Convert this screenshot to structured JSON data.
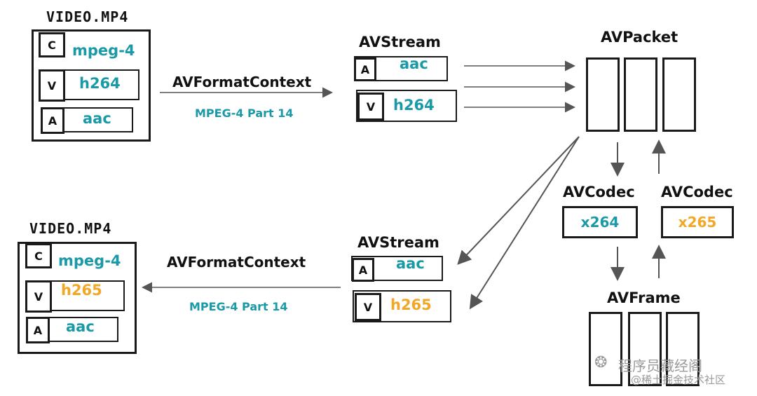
{
  "top_file": {
    "filename": "VIDEO.MP4",
    "rows": [
      {
        "tag": "C",
        "value": "mpeg-4",
        "color": "#1a9aa6"
      },
      {
        "tag": "V",
        "value": "h264",
        "color": "#1a9aa6"
      },
      {
        "tag": "A",
        "value": "aac",
        "color": "#1a9aa6"
      }
    ]
  },
  "top_context": {
    "label": "AVFormatContext",
    "sub": "MPEG-4 Part 14"
  },
  "top_stream": {
    "title": "AVStream",
    "rows": [
      {
        "tag": "A",
        "value": "aac"
      },
      {
        "tag": "V",
        "value": "h264"
      }
    ]
  },
  "packet": {
    "title": "AVPacket"
  },
  "codec_decode": {
    "title": "AVCodec",
    "value": "x264",
    "color": "#1a9aa6"
  },
  "codec_encode": {
    "title": "AVCodec",
    "value": "x265",
    "color": "#f2a826"
  },
  "frame": {
    "title": "AVFrame"
  },
  "bottom_stream": {
    "title": "AVStream",
    "rows": [
      {
        "tag": "A",
        "value": "aac",
        "color": "#1a9aa6"
      },
      {
        "tag": "V",
        "value": "h265",
        "color": "#f2a826"
      }
    ]
  },
  "bottom_context": {
    "label": "AVFormatContext",
    "sub": "MPEG-4 Part 14"
  },
  "bottom_file": {
    "filename": "VIDEO.MP4",
    "rows": [
      {
        "tag": "C",
        "value": "mpeg-4",
        "color": "#1a9aa6"
      },
      {
        "tag": "V",
        "value": "h265",
        "color": "#f2a826"
      },
      {
        "tag": "A",
        "value": "aac",
        "color": "#1a9aa6"
      }
    ]
  },
  "watermark": {
    "line1": "程序员藏经阁",
    "line2": "@稀土掘金技术社区"
  },
  "colors": {
    "teal": "#1a9aa6",
    "orange": "#f2a826",
    "stroke": "#1a1a1a",
    "arrow": "#555555"
  }
}
